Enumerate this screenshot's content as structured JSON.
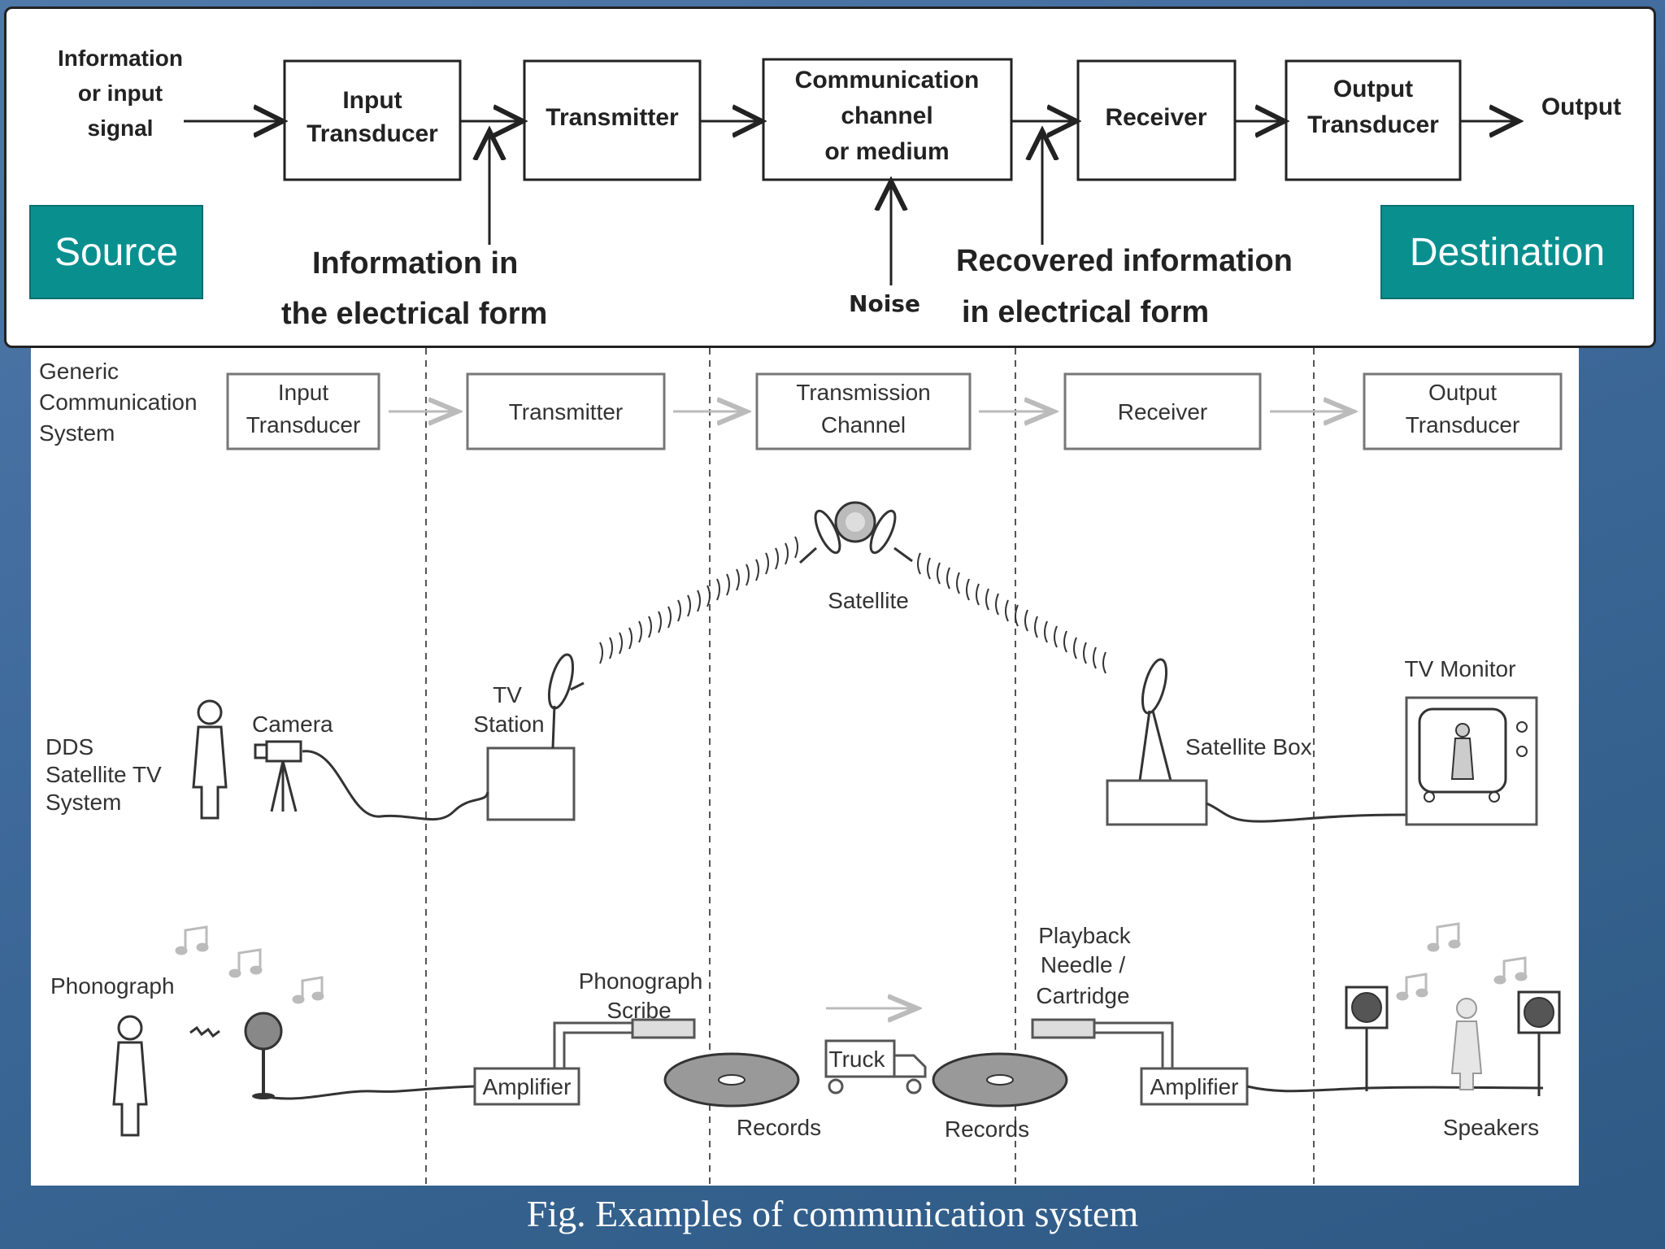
{
  "block_diagram": {
    "input_label": [
      "Information",
      "or input",
      "signal"
    ],
    "blocks": [
      [
        "Input",
        "Transducer"
      ],
      [
        "Transmitter"
      ],
      [
        "Communication",
        "channel",
        "or medium"
      ],
      [
        "Receiver"
      ],
      [
        "Output",
        "Transducer"
      ]
    ],
    "output_label": "Output",
    "info_electrical": [
      "Information in",
      "the electrical form"
    ],
    "noise": "Noise",
    "recovered": [
      "Recovered information",
      "in electrical form"
    ],
    "source": "Source",
    "destination": "Destination"
  },
  "examples": {
    "row_labels": {
      "generic": [
        "Generic",
        "Communication",
        "System"
      ],
      "dds": [
        "DDS",
        "Satellite TV",
        "System"
      ],
      "phonograph": "Phonograph"
    },
    "generic_blocks": [
      [
        "Input",
        "Transducer"
      ],
      [
        "Transmitter"
      ],
      [
        "Transmission",
        "Channel"
      ],
      [
        "Receiver"
      ],
      [
        "Output",
        "Transducer"
      ]
    ],
    "tv": {
      "camera": "Camera",
      "tv_station": [
        "TV",
        "Station"
      ],
      "satellite": "Satellite",
      "satellite_box": "Satellite Box",
      "tv_monitor": "TV Monitor"
    },
    "phono": {
      "scribe": [
        "Phonograph",
        "Scribe"
      ],
      "amplifier_left": "Amplifier",
      "records_left": "Records",
      "truck": "Truck",
      "records_right": "Records",
      "playback": [
        "Playback",
        "Needle /",
        "Cartridge"
      ],
      "amplifier_right": "Amplifier",
      "speakers": "Speakers"
    }
  },
  "caption": "Fig. Examples of communication system"
}
